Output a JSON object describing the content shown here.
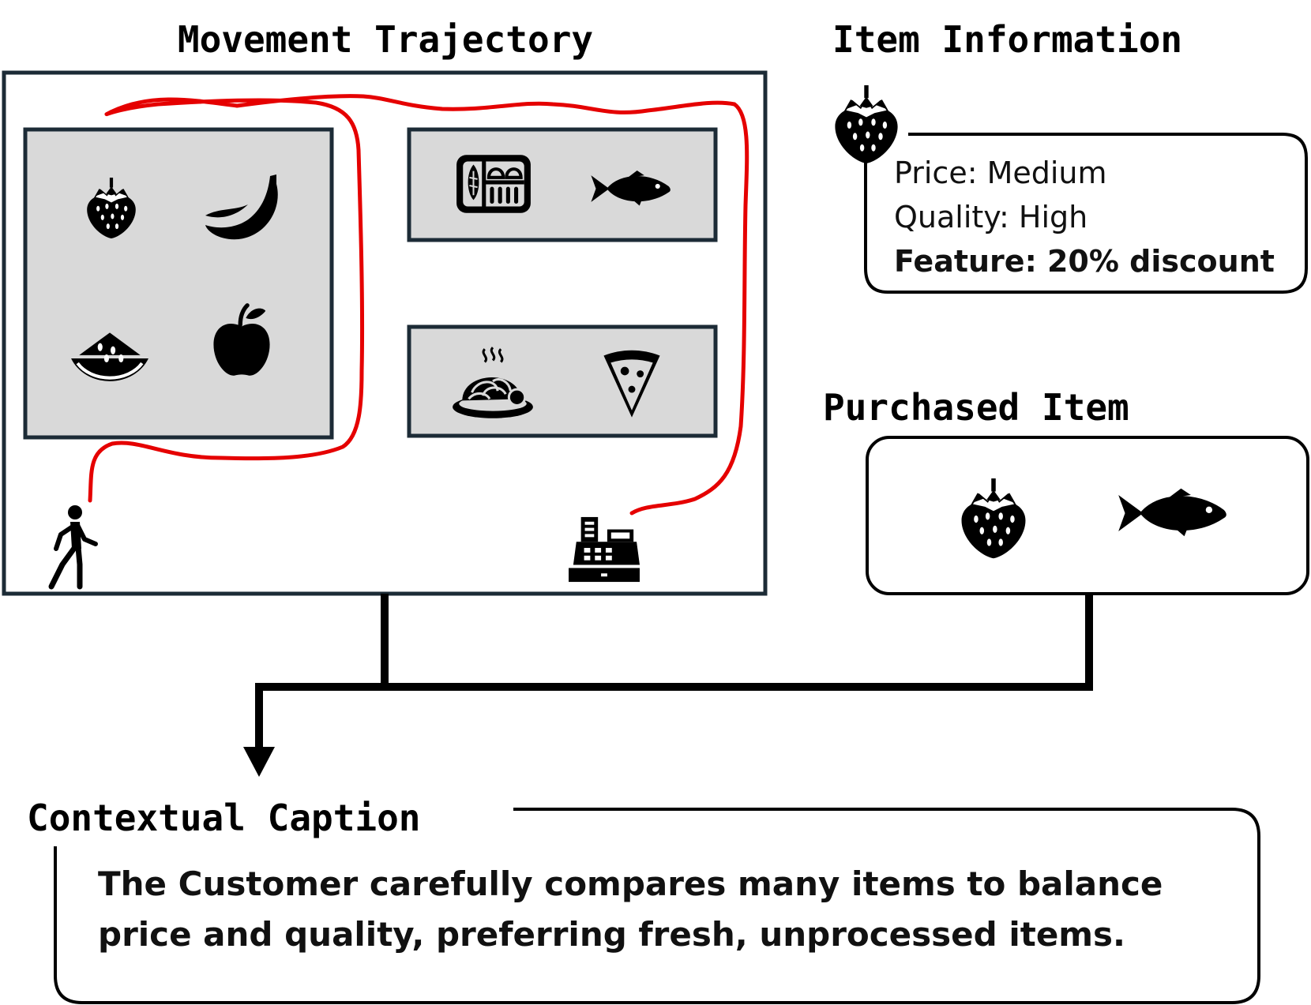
{
  "titles": {
    "movement": "Movement Trajectory",
    "item_info": "Item Information",
    "purchased": "Purchased Item",
    "caption": "Contextual Caption"
  },
  "item_info": {
    "icon": "strawberry-icon",
    "price": "Price: Medium",
    "quality": "Quality: High",
    "feature": "Feature: 20% discount"
  },
  "store": {
    "shelves": [
      {
        "name": "fruit-shelf",
        "icons": [
          "strawberry-icon",
          "banana-icon",
          "watermelon-icon",
          "apple-icon"
        ]
      },
      {
        "name": "seafood-shelf",
        "icons": [
          "bento-box-icon",
          "fish-icon"
        ]
      },
      {
        "name": "prepared-food-shelf",
        "icons": [
          "pasta-plate-icon",
          "pizza-slice-icon"
        ]
      }
    ],
    "start_icon": "walking-person-icon",
    "end_icon": "cash-register-icon"
  },
  "purchased_items": [
    "strawberry-icon",
    "fish-icon"
  ],
  "caption": {
    "line1": "The Customer carefully compares many items to balance",
    "line2": "price and quality, preferring fresh, unprocessed items."
  },
  "colors": {
    "trajectory": "#e50000",
    "shelf_fill": "#d9d9d9",
    "shelf_border": "#1c2b36",
    "store_border": "#1c2b36"
  }
}
